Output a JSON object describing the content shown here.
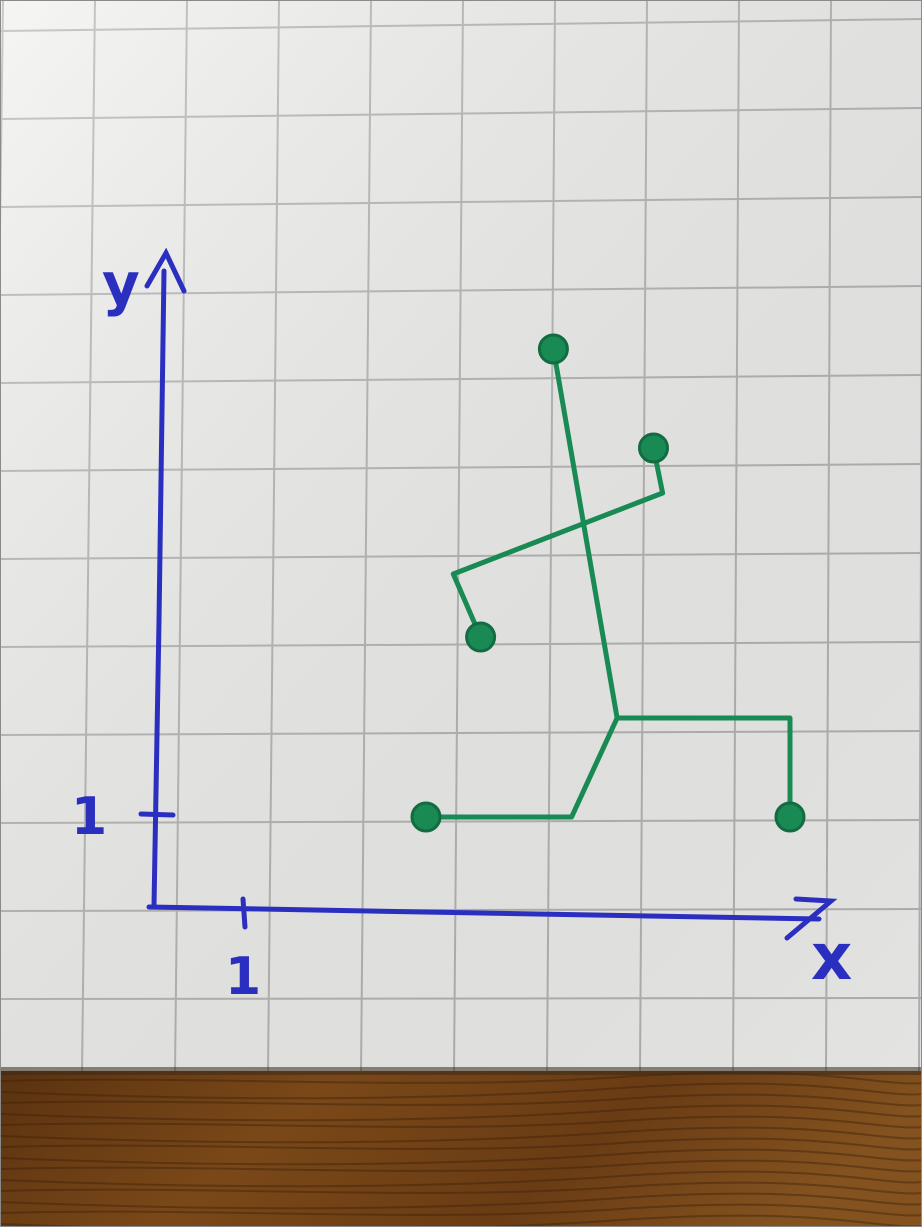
{
  "colors": {
    "paper": "#f2f2f0",
    "grid": "#b7b7b7",
    "ink_axes": "#2b2fc0",
    "ink_graph": "#1a8a55",
    "table": "#6b3d14"
  },
  "axes": {
    "x_label": "x",
    "y_label": "y",
    "x_tick_label": "1",
    "y_tick_label": "1"
  },
  "chart_data": {
    "type": "scatter",
    "xlabel": "x",
    "ylabel": "y",
    "points": [
      {
        "x": 3,
        "y": 1
      },
      {
        "x": 7,
        "y": 1
      },
      {
        "x": 4.4,
        "y": 6.2
      },
      {
        "x": 5.5,
        "y": 5.1
      },
      {
        "x": 3.6,
        "y": 3
      }
    ],
    "segments": [
      [
        [
          3,
          1
        ],
        [
          4.6,
          1
        ],
        [
          5.1,
          2.1
        ]
      ],
      [
        [
          5.1,
          2.1
        ],
        [
          7,
          2.1
        ],
        [
          7,
          1
        ]
      ],
      [
        [
          5.1,
          2.1
        ],
        [
          4.4,
          6.2
        ]
      ],
      [
        [
          5.5,
          5.1
        ],
        [
          5.6,
          4.6
        ],
        [
          3.3,
          3.7
        ],
        [
          3.6,
          3
        ]
      ]
    ]
  }
}
